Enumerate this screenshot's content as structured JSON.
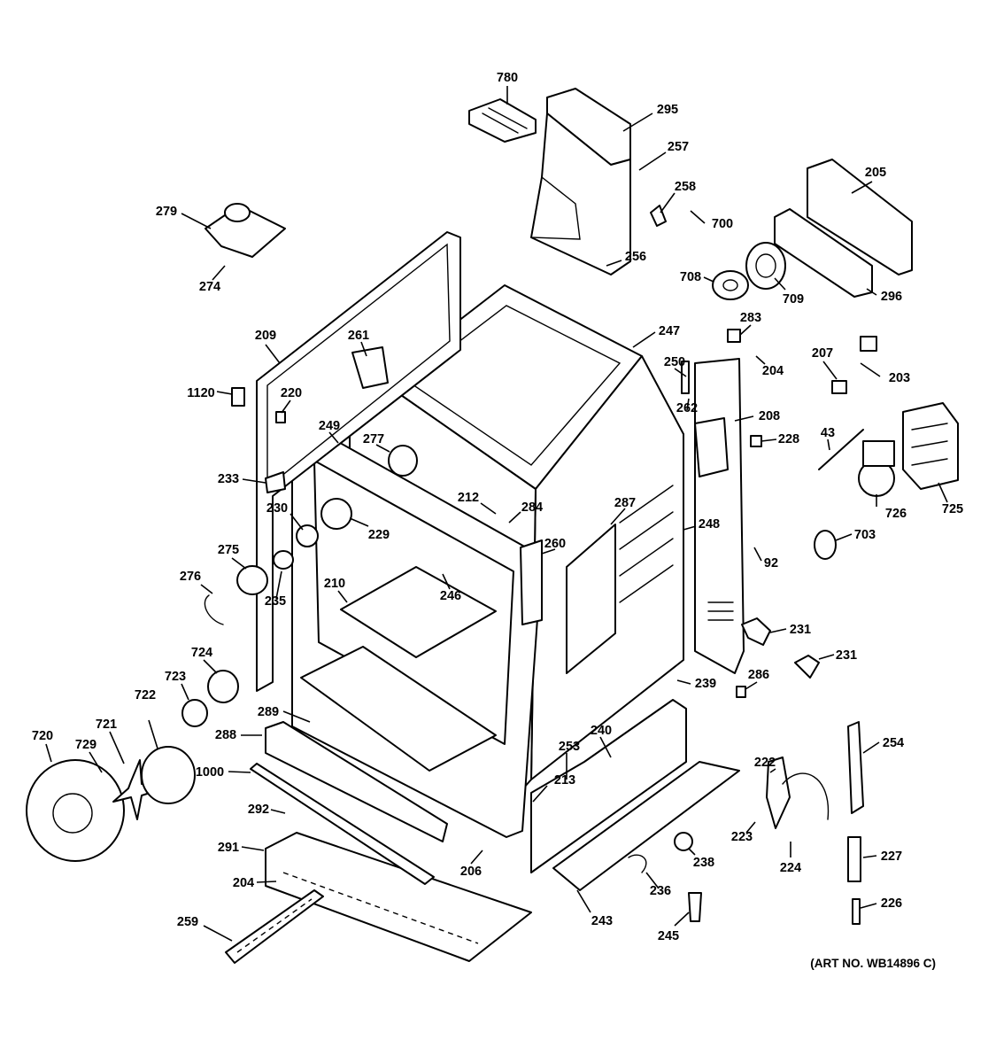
{
  "art_number": "(ART NO. WB14896 C)",
  "callouts": [
    "780",
    "295",
    "257",
    "258",
    "700",
    "256",
    "205",
    "279",
    "274",
    "708",
    "709",
    "296",
    "209",
    "261",
    "247",
    "283",
    "204",
    "207",
    "203",
    "1120",
    "220",
    "250",
    "262",
    "208",
    "228",
    "249",
    "277",
    "43",
    "233",
    "212",
    "284",
    "287",
    "230",
    "229",
    "248",
    "726",
    "725",
    "260",
    "703",
    "92",
    "275",
    "276",
    "246",
    "210",
    "235",
    "231",
    "231",
    "724",
    "239",
    "286",
    "723",
    "722",
    "289",
    "288",
    "240",
    "721",
    "729",
    "254",
    "720",
    "253",
    "213",
    "222",
    "1000",
    "292",
    "223",
    "224",
    "291",
    "206",
    "238",
    "227",
    "204",
    "236",
    "226",
    "259",
    "243",
    "245"
  ]
}
